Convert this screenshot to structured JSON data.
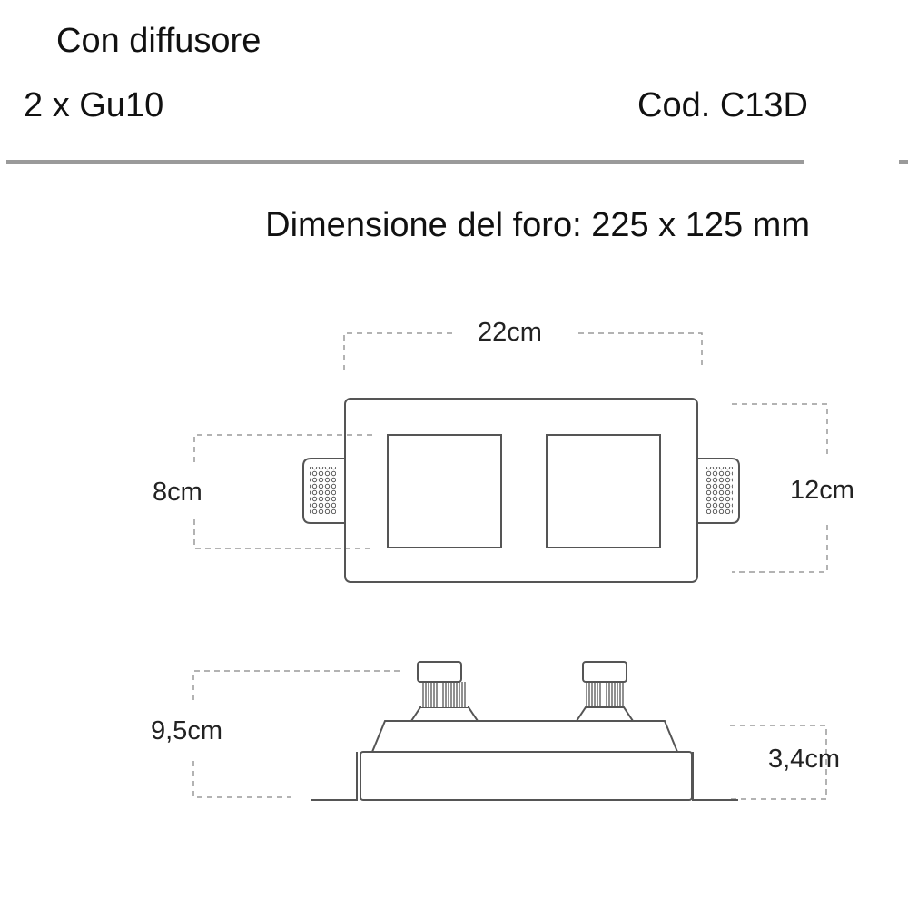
{
  "header": {
    "subtitle": "Con diffusore",
    "lamp_spec": "2 x Gu10",
    "product_code": "Cod. C13D"
  },
  "hole_dimension": "Dimensione del foro: 225 x 125 mm",
  "top_view": {
    "width_label": "22cm",
    "inner_height_label": "8cm",
    "outer_height_label": "12cm",
    "openings": 2,
    "clips": 2,
    "clip_dot_grid": {
      "cols": 4,
      "rows": 7
    }
  },
  "side_view": {
    "total_height_label": "9,5cm",
    "body_height_label": "3,4cm",
    "lamp_holders": 2
  },
  "colors": {
    "text": "#111111",
    "rule": "#9a9a9a",
    "line": "#555555",
    "dash": "#9a9a9a"
  }
}
